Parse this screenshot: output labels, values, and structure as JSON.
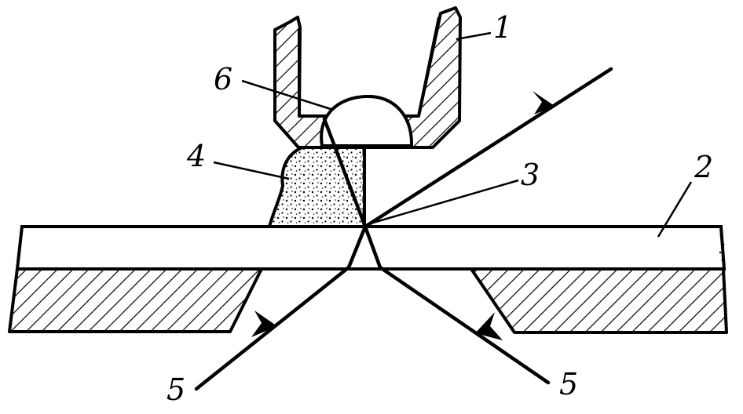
{
  "labels": {
    "l1": "1",
    "l2": "2",
    "l3": "3",
    "l4": "4",
    "l5a": "5",
    "l5b": "5",
    "l6": "6"
  },
  "colors": {
    "ink": "#000000",
    "paper": "#ffffff"
  }
}
